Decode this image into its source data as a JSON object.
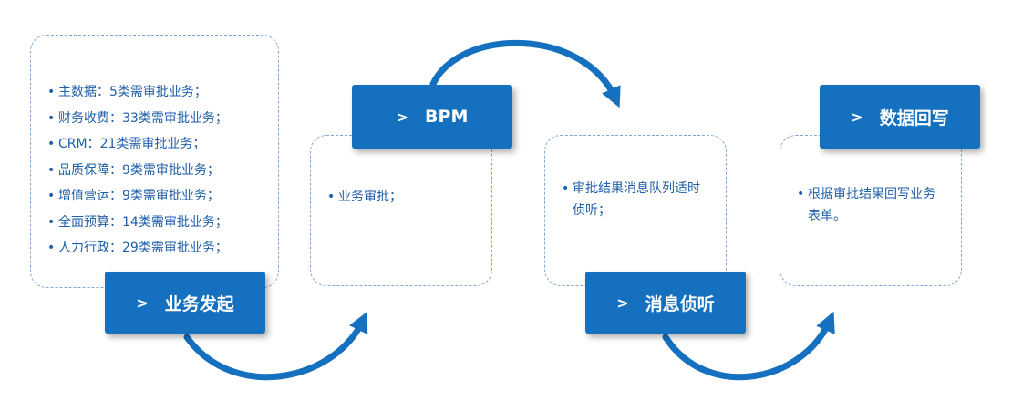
{
  "colors": {
    "accent": "#1570bf",
    "text": "#1f5fa8",
    "border": "#7fa9d3"
  },
  "icons": {
    "stage_bullet": "chevron-right-icon"
  },
  "stages": [
    {
      "label": "业务发起"
    },
    {
      "label": "BPM"
    },
    {
      "label": "消息侦听"
    },
    {
      "label": "数据回写"
    }
  ],
  "cards": {
    "initiation": [
      "主数据：5类需审批业务；",
      "财务收费：33类需审批业务；",
      "CRM：21类需审批业务；",
      "品质保障：9类需审批业务；",
      "增值营运：9类需审批业务；",
      "全面预算：14类需审批业务；",
      "人力行政：29类需审批业务；"
    ],
    "bpm": [
      "业务审批；"
    ],
    "listen": [
      "审批结果消息队列适时侦听；"
    ],
    "writeback": [
      "根据审批结果回写业务表单。"
    ]
  }
}
